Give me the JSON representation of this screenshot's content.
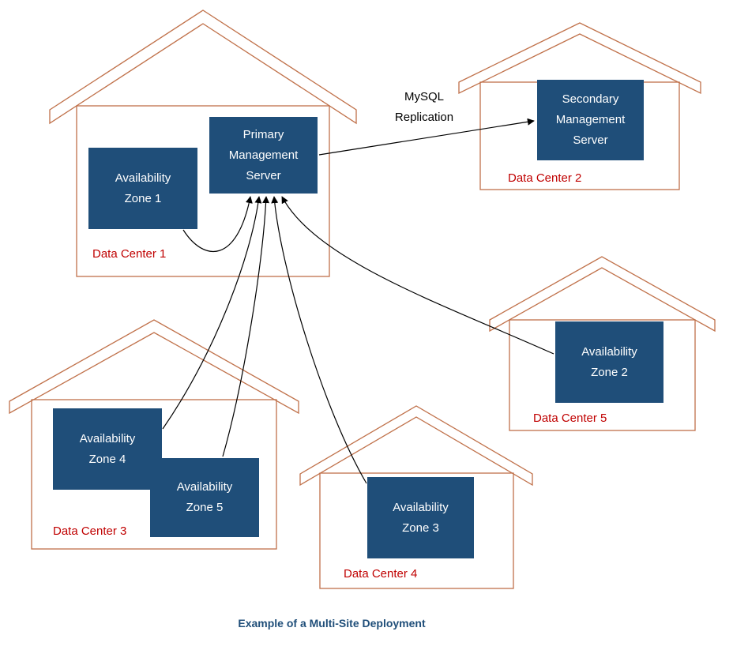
{
  "caption": "Example of a Multi-Site Deployment",
  "replication_label": {
    "lines": [
      "MySQL",
      "Replication"
    ]
  },
  "servers": {
    "primary": {
      "lines": [
        "Primary",
        "Management",
        "Server"
      ]
    },
    "secondary": {
      "lines": [
        "Secondary",
        "Management",
        "Server"
      ]
    }
  },
  "zones": {
    "az1": {
      "lines": [
        "Availability",
        "Zone 1"
      ]
    },
    "az2": {
      "lines": [
        "Availability",
        "Zone 2"
      ]
    },
    "az3": {
      "lines": [
        "Availability",
        "Zone 3"
      ]
    },
    "az4": {
      "lines": [
        "Availability",
        "Zone 4"
      ]
    },
    "az5": {
      "lines": [
        "Availability",
        "Zone 5"
      ]
    }
  },
  "data_centers": {
    "dc1": {
      "label": "Data Center 1"
    },
    "dc2": {
      "label": "Data Center 2"
    },
    "dc3": {
      "label": "Data Center 3"
    },
    "dc4": {
      "label": "Data Center 4"
    },
    "dc5": {
      "label": "Data Center 5"
    }
  },
  "colors": {
    "node_fill": "#1F4E79",
    "node_text": "#FFFFFF",
    "house_stroke": "#C0714A",
    "data_center_label": "#C00000",
    "caption": "#1F4E79",
    "arrow": "#000000",
    "background": "#FFFFFF"
  }
}
